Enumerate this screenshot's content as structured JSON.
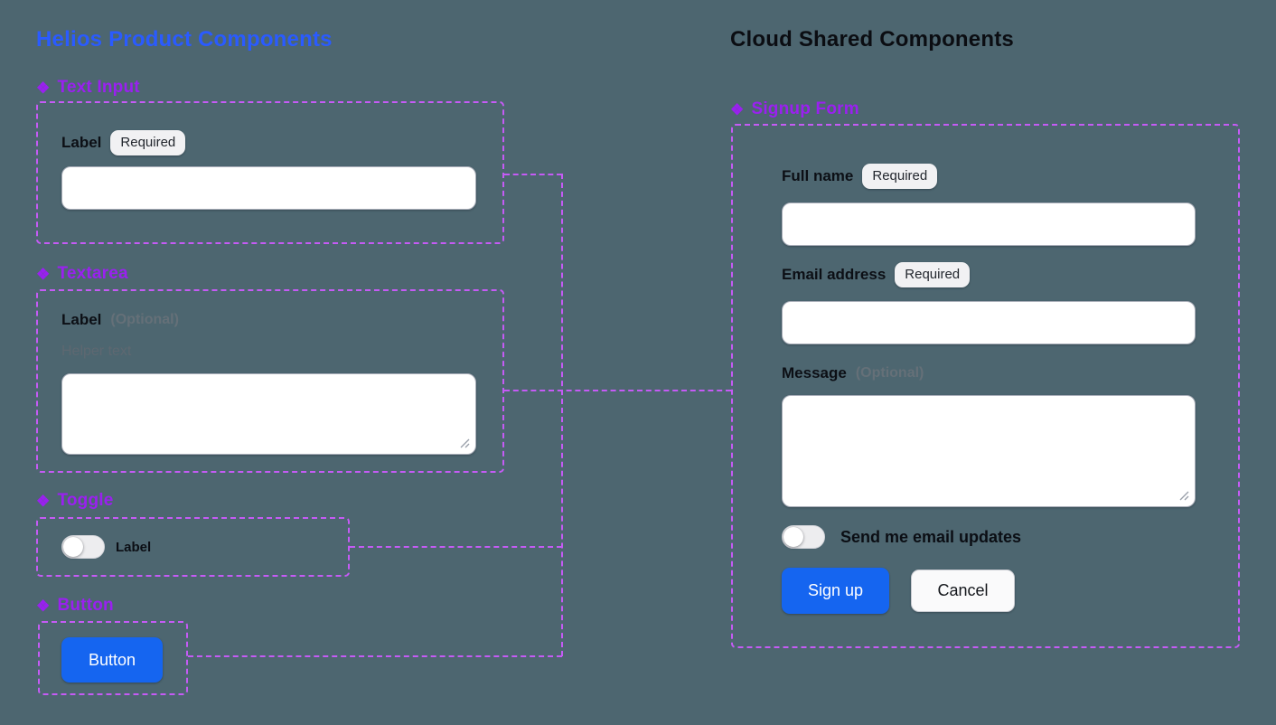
{
  "icons": {
    "component": "❖"
  },
  "colors": {
    "background": "#4D6670",
    "left_title_blue": "#2A5BFF",
    "right_title_dark": "#0B0D12",
    "component_purple": "#9A20F0",
    "outline_purple": "#C55BF5",
    "primary_button_blue": "#1565F0",
    "badge_background": "#F1F1F3"
  },
  "left_panel": {
    "title": "Helios Product Components",
    "text_input": {
      "header": "Text Input",
      "label": "Label",
      "badge": "Required",
      "value": "",
      "placeholder": ""
    },
    "textarea": {
      "header": "Textarea",
      "label": "Label",
      "optional": "(Optional)",
      "helper": "Helper text",
      "value": "",
      "placeholder": ""
    },
    "toggle": {
      "header": "Toggle",
      "label": "Label",
      "state": "off"
    },
    "button": {
      "header": "Button",
      "label": "Button"
    }
  },
  "right_panel": {
    "title": "Cloud Shared Components",
    "signup_form": {
      "header": "Signup Form",
      "fields": [
        {
          "label": "Full name",
          "badge": "Required",
          "value": "",
          "placeholder": ""
        },
        {
          "label": "Email address",
          "badge": "Required",
          "value": "",
          "placeholder": ""
        },
        {
          "label": "Message",
          "optional": "(Optional)",
          "value": "",
          "placeholder": ""
        }
      ],
      "toggle": {
        "label": "Send me email updates",
        "state": "off"
      },
      "buttons": {
        "submit": "Sign up",
        "cancel": "Cancel"
      }
    }
  }
}
